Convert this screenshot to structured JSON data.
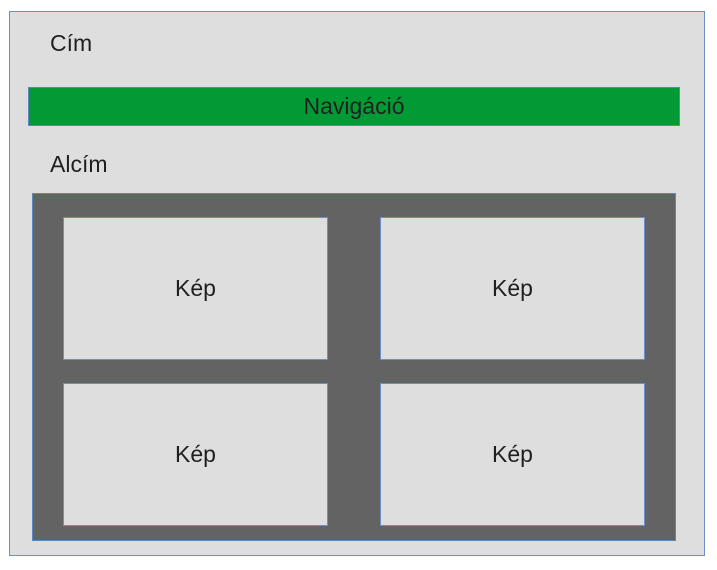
{
  "header": {
    "title": "Cím",
    "navigation": "Navigáció",
    "subtitle": "Alcím"
  },
  "gallery": {
    "items": [
      {
        "label": "Kép"
      },
      {
        "label": "Kép"
      },
      {
        "label": "Kép"
      },
      {
        "label": "Kép"
      }
    ]
  },
  "colors": {
    "page_background": "#dedede",
    "navigation_bar": "#019a35",
    "gallery_background": "#636363",
    "border": "#5a86c2"
  }
}
